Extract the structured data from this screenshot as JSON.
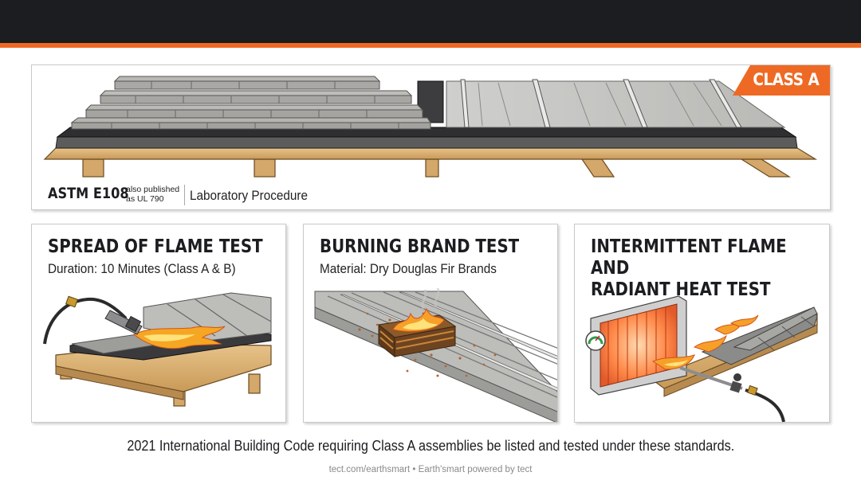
{
  "header": {
    "accent_color": "#ee6a24",
    "bar_color": "#1c1d20"
  },
  "main_panel": {
    "badge": "CLASS A",
    "standard": "ASTM E108",
    "also_published": "also published",
    "also_as": "as UL 790",
    "procedure": "Laboratory Procedure"
  },
  "tests": [
    {
      "title": "SPREAD OF FLAME TEST",
      "subtitle": "Duration: 10 Minutes (Class A & B)"
    },
    {
      "title": "BURNING BRAND TEST",
      "subtitle": "Material: Dry Douglas Fir Brands"
    },
    {
      "title_line1": "INTERMITTENT FLAME AND",
      "title_line2": "RADIANT HEAT TEST"
    }
  ],
  "caption": "2021 International Building Code requiring Class A assemblies be listed and tested under these standards.",
  "footer": "tect.com/earthsmart • Earth'smart powered by tect"
}
